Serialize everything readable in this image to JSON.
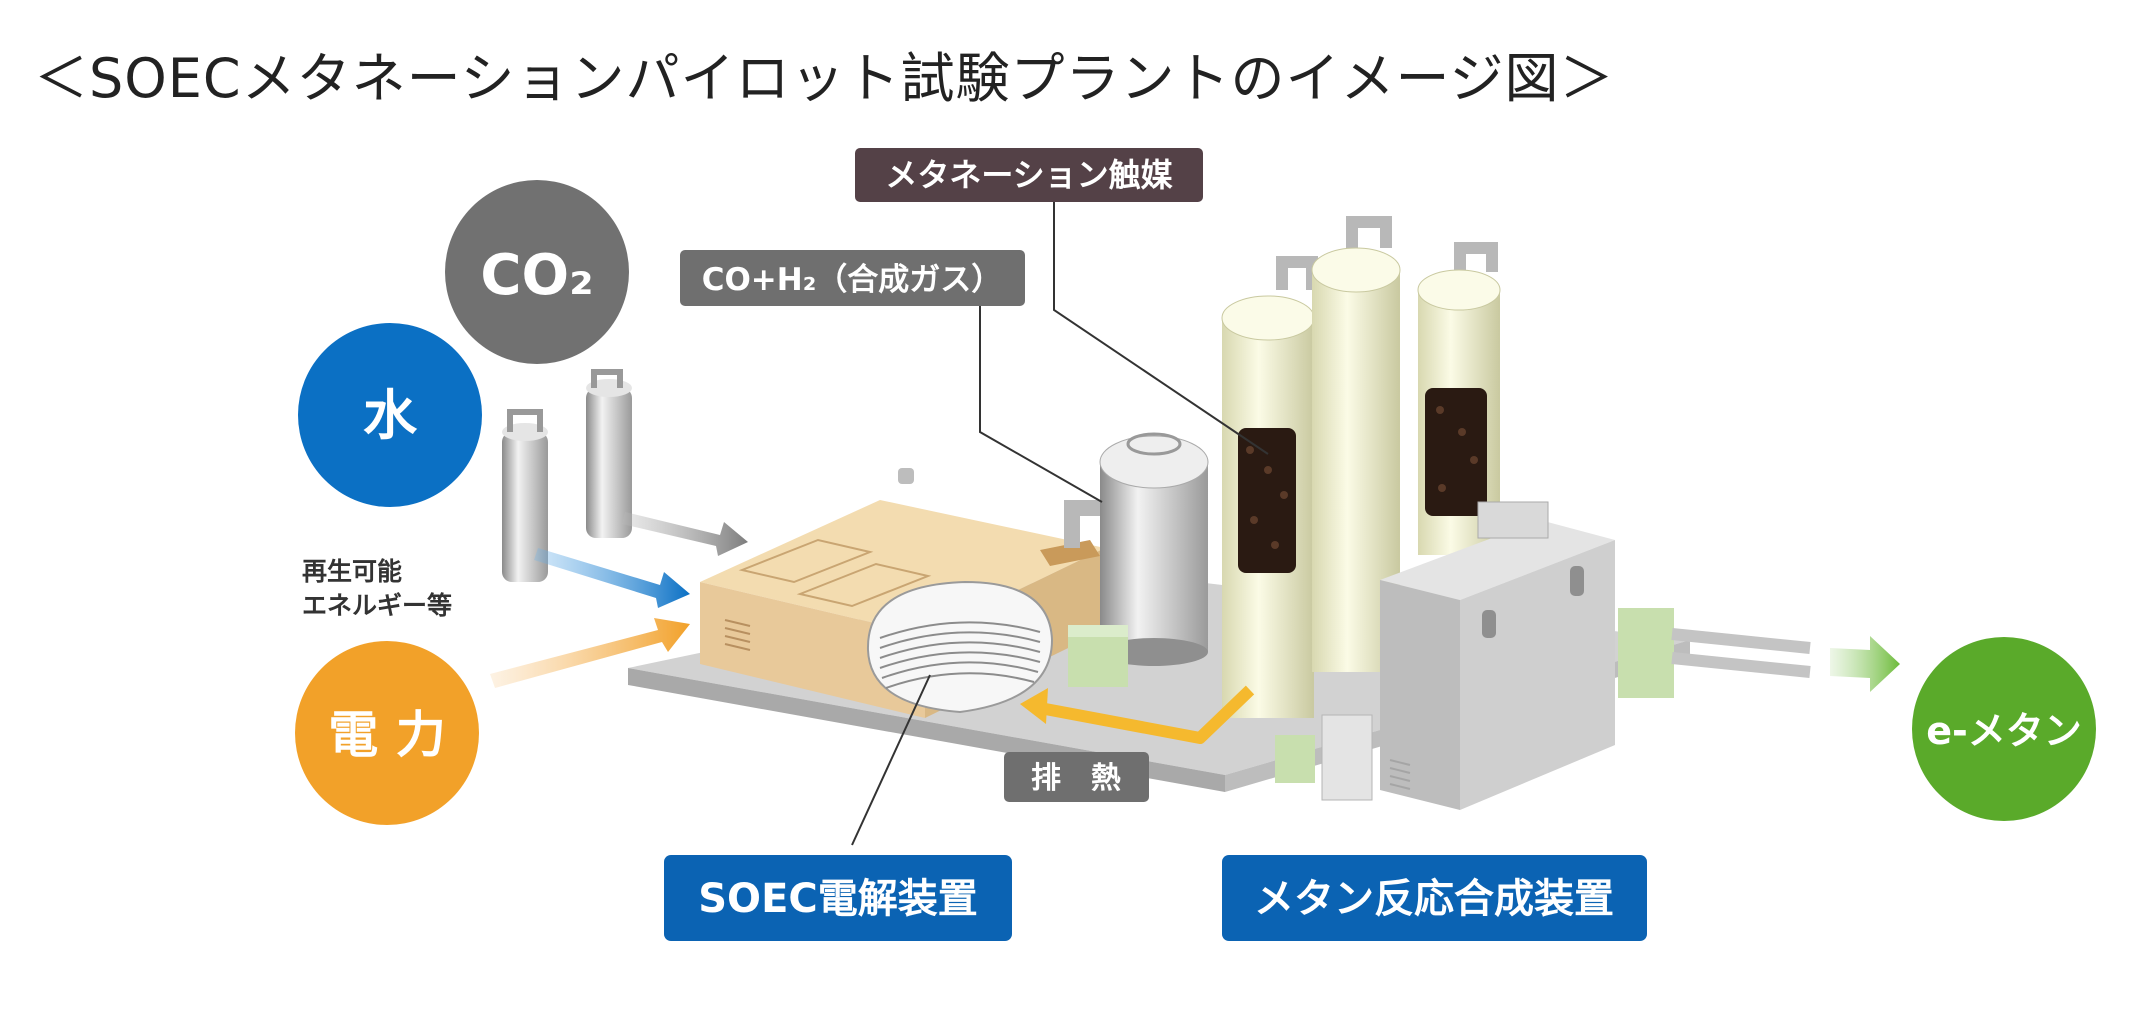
{
  "title": "＜SOECメタネーションパイロット試験プラントのイメージ図＞",
  "inputs": {
    "co2": "CO₂",
    "water": "水",
    "power": "電 力",
    "renewable_line1": "再生可能",
    "renewable_line2": "エネルギー等"
  },
  "callouts": {
    "catalyst": "メタネーション触媒",
    "syngas": "CO+H₂（合成ガス）",
    "waste_heat": "排　熱"
  },
  "equipment": {
    "soec": "SOEC電解装置",
    "methane_reactor": "メタン反応合成装置"
  },
  "output": {
    "product": "e-メタン"
  },
  "colors": {
    "co2": "#717171",
    "water": "#0b70c4",
    "power": "#f2a129",
    "product": "#5aaa2a",
    "label_dark": "#544147",
    "label_gray": "#6f6f6f",
    "label_blue": "#0b63b3"
  }
}
